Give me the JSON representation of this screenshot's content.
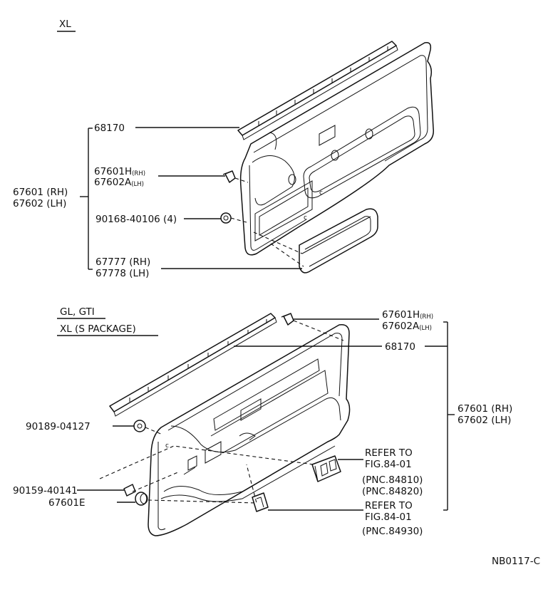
{
  "sections": {
    "xl": {
      "title": "XL"
    },
    "gl": {
      "title_line1": "GL, GTI",
      "title_line2": "XL (S PACKAGE)"
    }
  },
  "callouts": {
    "xl_assy": {
      "line1": "67601 (RH)",
      "line2": "67602 (LH)"
    },
    "xl_68170": {
      "text": "68170"
    },
    "xl_clip": {
      "line1": "67601H",
      "line1_sub": "(RH)",
      "line2": "67602A",
      "line2_sub": "(LH)"
    },
    "xl_screw": {
      "text": "90168-40106 (4)"
    },
    "xl_pocket": {
      "line1": "67777 (RH)",
      "line2": "67778 (LH)"
    },
    "gl_clip": {
      "line1": "67601H",
      "line1_sub": "(RH)",
      "line2": "67602A",
      "line2_sub": "(LH)"
    },
    "gl_68170": {
      "text": "68170"
    },
    "gl_assy": {
      "line1": "67601 (RH)",
      "line2": "67602 (LH)"
    },
    "gl_90189": {
      "text": "90189-04127"
    },
    "gl_90159": {
      "text": "90159-40141"
    },
    "gl_67601e": {
      "text": "67601E"
    },
    "refer1": {
      "line1": "REFER TO",
      "line2": "FIG.84-01",
      "line3": "(PNC.84810)",
      "line4": "(PNC.84820)"
    },
    "refer2": {
      "line1": "REFER TO",
      "line2": "FIG.84-01",
      "line3": "(PNC.84930)"
    }
  },
  "figure_code": "NB0117-C"
}
